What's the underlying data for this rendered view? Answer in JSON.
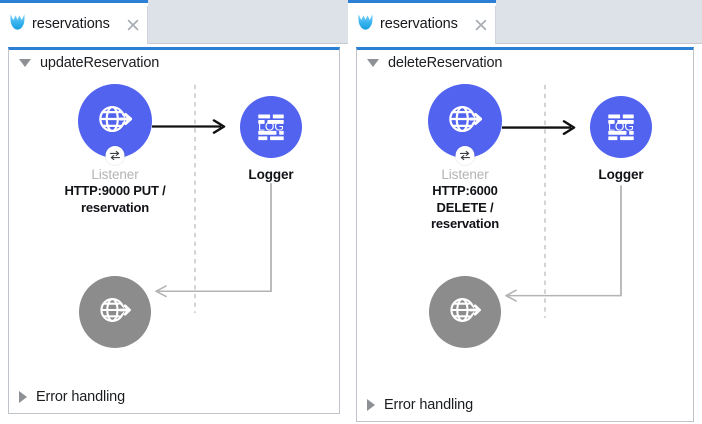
{
  "panes": [
    {
      "tab": {
        "label": "reservations",
        "icon": "mule-logo-icon",
        "close_icon": "close-icon",
        "accent_color": "#2b7fd4"
      },
      "flow": {
        "title": "updateReservation",
        "twisty": "chevron-down-icon",
        "error_section": {
          "label": "Error handling",
          "twisty": "chevron-right-icon"
        },
        "nodes": [
          {
            "id": "listener",
            "icon": "http-listener-globe-icon",
            "badge_icon": "request-response-arrows-icon",
            "name": "Listener",
            "config": "HTTP:9000 PUT /\nreservation",
            "color": "#5263f0",
            "state": "active"
          },
          {
            "id": "logger",
            "icon": "logger-log-icon",
            "name": "Logger",
            "config": "",
            "color": "#5263f0",
            "state": "active"
          },
          {
            "id": "source-response",
            "icon": "http-listener-globe-icon",
            "name": "",
            "config": "",
            "color": "#8c8c8c",
            "state": "inactive"
          }
        ]
      }
    },
    {
      "tab": {
        "label": "reservations",
        "icon": "mule-logo-icon",
        "close_icon": "close-icon",
        "accent_color": "#2b7fd4"
      },
      "flow": {
        "title": "deleteReservation",
        "twisty": "chevron-down-icon",
        "error_section": {
          "label": "Error handling",
          "twisty": "chevron-right-icon"
        },
        "nodes": [
          {
            "id": "listener",
            "icon": "http-listener-globe-icon",
            "badge_icon": "request-response-arrows-icon",
            "name": "Listener",
            "config": "HTTP:6000\nDELETE /\nreservation",
            "color": "#5263f0",
            "state": "active"
          },
          {
            "id": "logger",
            "icon": "logger-log-icon",
            "name": "Logger",
            "config": "",
            "color": "#5263f0",
            "state": "active"
          },
          {
            "id": "source-response",
            "icon": "http-listener-globe-icon",
            "name": "",
            "config": "",
            "color": "#8c8c8c",
            "state": "inactive"
          }
        ]
      }
    }
  ],
  "colors": {
    "node_blue": "#5263f0",
    "node_gray": "#8c8c8c",
    "tab_accent": "#2b7fd4",
    "muted_text": "#b3b3b3",
    "canvas_border": "#bfc4ca",
    "tabstrip_bg": "#dde2e8"
  },
  "logger_icon_text": "LOG"
}
